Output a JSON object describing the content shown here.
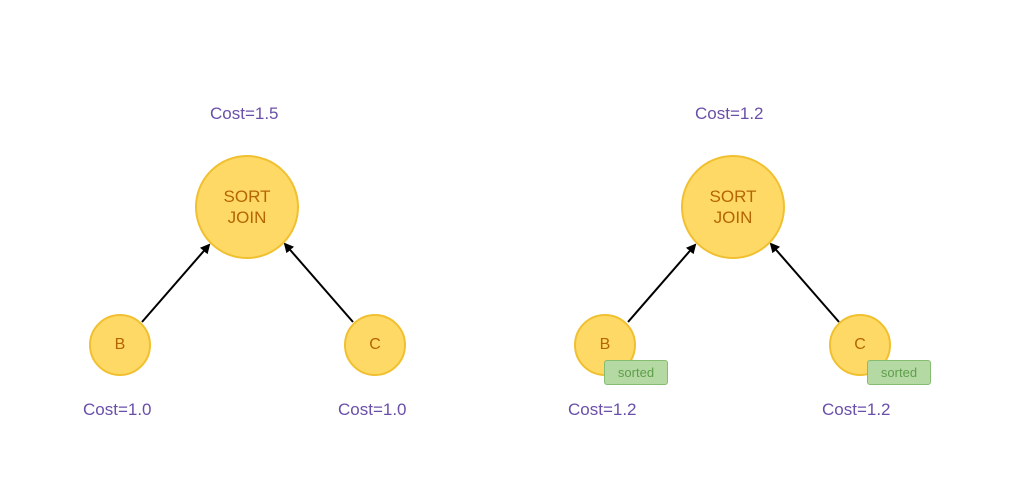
{
  "diagrams": [
    {
      "root": {
        "label_line1": "SORT",
        "label_line2": "JOIN",
        "cost": "Cost=1.5"
      },
      "left_child": {
        "label": "B",
        "cost": "Cost=1.0",
        "badge": ""
      },
      "right_child": {
        "label": "C",
        "cost": "Cost=1.0",
        "badge": ""
      }
    },
    {
      "root": {
        "label_line1": "SORT",
        "label_line2": "JOIN",
        "cost": "Cost=1.2"
      },
      "left_child": {
        "label": "B",
        "cost": "Cost=1.2",
        "badge": "sorted"
      },
      "right_child": {
        "label": "C",
        "cost": "Cost=1.2",
        "badge": "sorted"
      }
    }
  ],
  "colors": {
    "node_fill": "#ffd966",
    "node_border": "#f0c030",
    "node_text": "#b46504",
    "cost_text": "#6a4fa8",
    "badge_fill": "#b5d9a3",
    "badge_border": "#86bb72",
    "badge_text": "#5f9e4c",
    "edge": "#000000"
  }
}
